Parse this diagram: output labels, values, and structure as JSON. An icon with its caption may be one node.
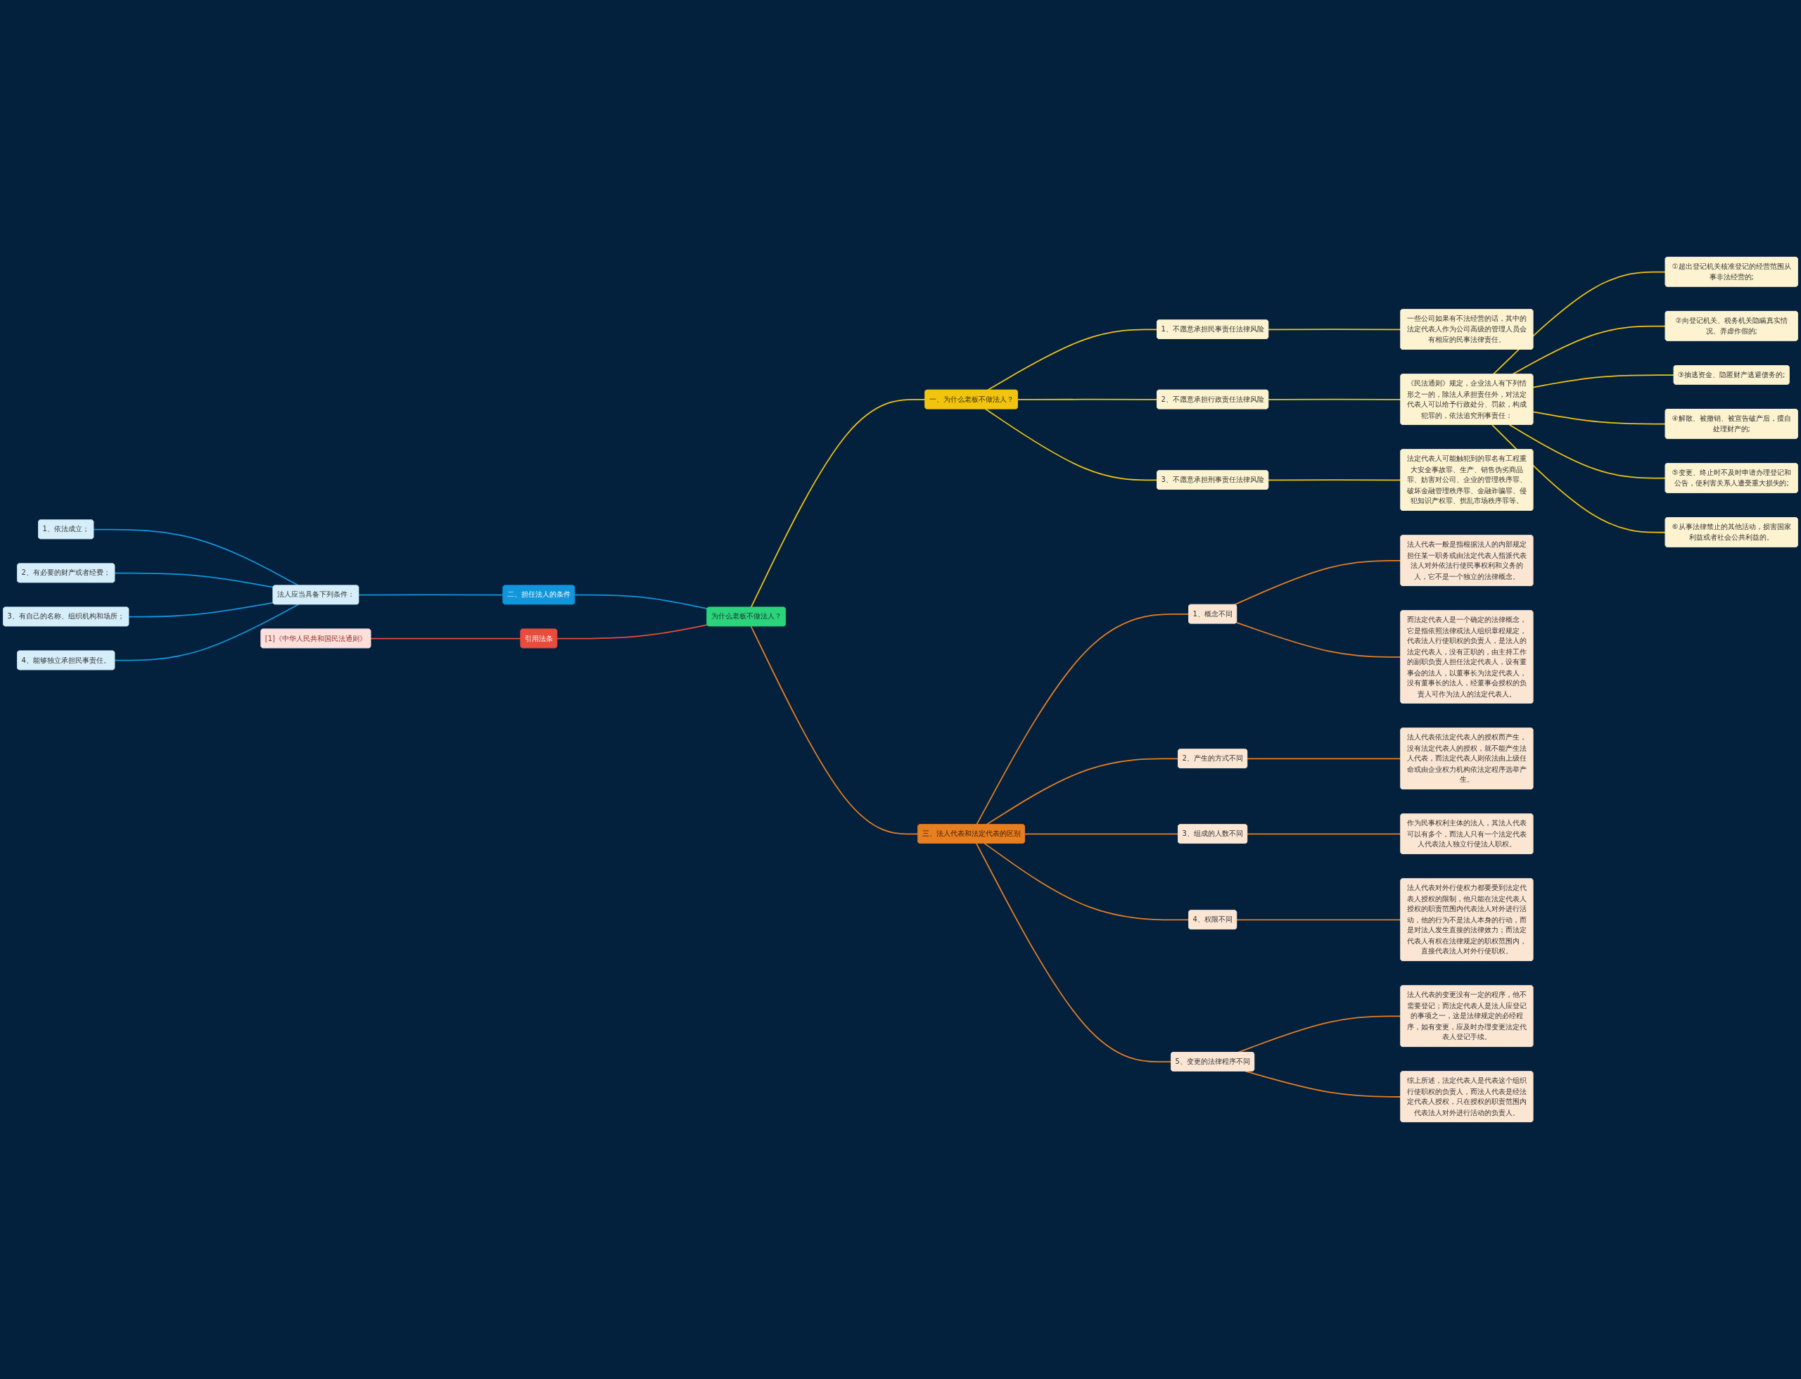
{
  "diagram": {
    "nodes": [
      {
        "text": [
          "为什么老板不做法人？"
        ]
      },
      {
        "text": [
          "一、为什么老板不做法人？"
        ]
      },
      {
        "text": [
          "1、不愿意承担民事责任法律风险"
        ]
      },
      {
        "text": [
          "一些公司如果有不法经营的话，其中的法定代表人作为公司高级的管理人员会有相应的民事法律责任。"
        ]
      },
      {
        "text": [
          "2、不愿意承担行政责任法律风险"
        ]
      },
      {
        "text": [
          "《民法通则》规定，企业法人有下列情形之一的，除法人承担责任外，对法定代表人可以给予行政处分、罚款，构成犯罪的，依法追究刑事责任："
        ]
      },
      {
        "text": [
          "①超出登记机关核准登记的经营范围从事非法经营的;"
        ]
      },
      {
        "text": [
          "②向登记机关、税务机关隐瞒真实情况、弄虚作假的;"
        ]
      },
      {
        "text": [
          "③抽逃资金、隐匿财产逃避债务的;"
        ]
      },
      {
        "text": [
          "④解散、被撤销、被宣告破产后，擅自处理财产的;"
        ]
      },
      {
        "text": [
          "⑤变更、终止时不及时申请办理登记和公告，使利害关系人遭受重大损失的;"
        ]
      },
      {
        "text": [
          "⑥从事法律禁止的其他活动，损害国家利益或者社会公共利益的。"
        ]
      },
      {
        "text": [
          "3、不愿意承担刑事责任法律风险"
        ]
      },
      {
        "text": [
          "法定代表人可能触犯到的罪名有工程重大安全事故罪、生产、销售伪劣商品罪、妨害对公司、企业的管理秩序罪、破坏金融管理秩序罪、金融诈骗罪、侵犯知识产权罪、扰乱市场秩序罪等。"
        ]
      },
      {
        "text": [
          "三、法人代表和法定代表的区别"
        ]
      },
      {
        "text": [
          "1、概念不同"
        ]
      },
      {
        "text": [
          "法人代表一般是指根据法人的内部规定担任某一职务或由法定代表人指派代表法人对外依法行使民事权利和义务的人，它不是一个独立的法律概念。"
        ]
      },
      {
        "text": [
          "而法定代表人是一个确定的法律概念，它是指依照法律或法人组织章程规定，代表法人行使职权的负责人，是法人的法定代表人，没有正职的，由主持工作的副职负责人担任法定代表人，设有董事会的法人，以董事长为法定代表人，没有董事长的法人，经董事会授权的负责人可作为法人的法定代表人。"
        ]
      },
      {
        "text": [
          "2、产生的方式不同"
        ]
      },
      {
        "text": [
          "法人代表依法定代表人的授权而产生，没有法定代表人的授权，就不能产生法人代表，而法定代表人则依法由上级任命或由企业权力机构依法定程序选举产生。"
        ]
      },
      {
        "text": [
          "3、组成的人数不同"
        ]
      },
      {
        "text": [
          "作为民事权利主体的法人，其法人代表可以有多个，而法人只有一个法定代表人代表法人独立行使法人职权。"
        ]
      },
      {
        "text": [
          "4、权限不同"
        ]
      },
      {
        "text": [
          "法人代表对外行使权力都要受到法定代表人授权的限制，他只能在法定代表人授权的职责范围内代表法人对外进行活动，他的行为不是法人本身的行动，而是对法人发生直接的法律效力；而法定代表人有权在法律规定的职权范围内，直接代表法人对外行使职权。"
        ]
      },
      {
        "text": [
          "5、变更的法律程序不同"
        ]
      },
      {
        "text": [
          "法人代表的变更没有一定的程序，他不需要登记；而法定代表人是法人应登记的事项之一，这是法律规定的必经程序，如有变更，应及时办理变更法定代表人登记手续。"
        ]
      },
      {
        "text": [
          "综上所述，法定代表人是代表这个组织行使职权的负责人，而法人代表是经法定代表人授权，只在授权的职责范围内代表法人对外进行活动的负责人。"
        ]
      },
      {
        "text": [
          "二、担任法人的条件"
        ]
      },
      {
        "text": [
          "法人应当具备下列条件："
        ]
      },
      {
        "text": [
          "1、依法成立；"
        ]
      },
      {
        "text": [
          "2、有必要的财产或者经费；"
        ]
      },
      {
        "text": [
          "3、有自己的名称、组织机构和场所；"
        ]
      },
      {
        "text": [
          "4、能够独立承担民事责任。"
        ]
      },
      {
        "text": [
          "引用法条"
        ]
      },
      {
        "text": [
          "[1]《中华人民共和国民法通则》"
        ]
      }
    ],
    "edges": [
      {
        "from": 0,
        "to": 1,
        "arrow": "none",
        "color": "#f1c40f"
      },
      {
        "from": 1,
        "to": 2,
        "arrow": "none",
        "color": "#f1c40f"
      },
      {
        "from": 2,
        "to": 3,
        "arrow": "none",
        "color": "#f1c40f"
      },
      {
        "from": 1,
        "to": 4,
        "arrow": "none",
        "color": "#f1c40f"
      },
      {
        "from": 4,
        "to": 5,
        "arrow": "none",
        "color": "#f1c40f"
      },
      {
        "from": 5,
        "to": 6,
        "arrow": "none",
        "color": "#f1c40f"
      },
      {
        "from": 5,
        "to": 7,
        "arrow": "none",
        "color": "#f1c40f"
      },
      {
        "from": 5,
        "to": 8,
        "arrow": "none",
        "color": "#f1c40f"
      },
      {
        "from": 5,
        "to": 9,
        "arrow": "none",
        "color": "#f1c40f"
      },
      {
        "from": 5,
        "to": 10,
        "arrow": "none",
        "color": "#f1c40f"
      },
      {
        "from": 5,
        "to": 11,
        "arrow": "none",
        "color": "#f1c40f"
      },
      {
        "from": 1,
        "to": 12,
        "arrow": "none",
        "color": "#f1c40f"
      },
      {
        "from": 12,
        "to": 13,
        "arrow": "none",
        "color": "#f1c40f"
      },
      {
        "from": 0,
        "to": 14,
        "arrow": "none",
        "color": "#e67e22"
      },
      {
        "from": 14,
        "to": 15,
        "arrow": "none",
        "color": "#e67e22"
      },
      {
        "from": 15,
        "to": 16,
        "arrow": "none",
        "color": "#e67e22"
      },
      {
        "from": 15,
        "to": 17,
        "arrow": "none",
        "color": "#e67e22"
      },
      {
        "from": 14,
        "to": 18,
        "arrow": "none",
        "color": "#e67e22"
      },
      {
        "from": 18,
        "to": 19,
        "arrow": "none",
        "color": "#e67e22"
      },
      {
        "from": 14,
        "to": 20,
        "arrow": "none",
        "color": "#e67e22"
      },
      {
        "from": 20,
        "to": 21,
        "arrow": "none",
        "color": "#e67e22"
      },
      {
        "from": 14,
        "to": 22,
        "arrow": "none",
        "color": "#e67e22"
      },
      {
        "from": 22,
        "to": 23,
        "arrow": "none",
        "color": "#e67e22"
      },
      {
        "from": 14,
        "to": 24,
        "arrow": "none",
        "color": "#e67e22"
      },
      {
        "from": 24,
        "to": 25,
        "arrow": "none",
        "color": "#e67e22"
      },
      {
        "from": 24,
        "to": 26,
        "arrow": "none",
        "color": "#e67e22"
      },
      {
        "from": 27,
        "to": 0,
        "arrow": "none",
        "color": "#1296db"
      },
      {
        "from": 28,
        "to": 27,
        "arrow": "none",
        "color": "#1296db"
      },
      {
        "from": 29,
        "to": 28,
        "arrow": "none",
        "color": "#1296db"
      },
      {
        "from": 30,
        "to": 28,
        "arrow": "none",
        "color": "#1296db"
      },
      {
        "from": 31,
        "to": 28,
        "arrow": "none",
        "color": "#1296db"
      },
      {
        "from": 32,
        "to": 28,
        "arrow": "none",
        "color": "#1296db"
      },
      {
        "from": 33,
        "to": 0,
        "arrow": "none",
        "color": "#e74c3c"
      },
      {
        "from": 34,
        "to": 33,
        "arrow": "none",
        "color": "#e74c3c"
      }
    ]
  }
}
